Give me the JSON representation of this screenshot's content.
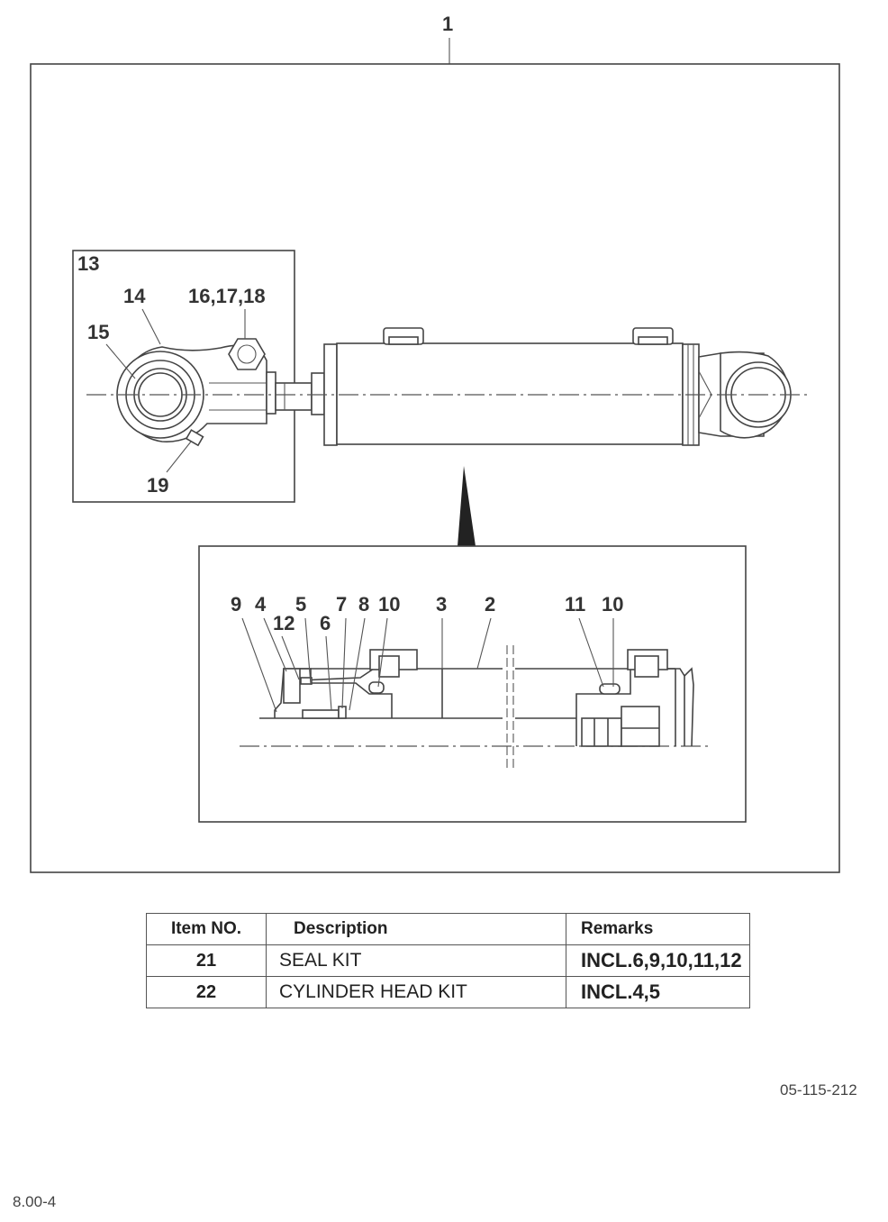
{
  "diagram": {
    "assembly_label": "1",
    "detail_box_label": "13",
    "rod_end_labels": [
      "14",
      "16,17,18",
      "15",
      "19"
    ],
    "section_labels_top": [
      "9",
      "4",
      "5",
      "7",
      "8",
      "10",
      "3",
      "2",
      "11",
      "10"
    ],
    "section_labels_second": [
      "12",
      "6"
    ]
  },
  "table": {
    "headers": [
      "Item NO.",
      "Description",
      "Remarks"
    ],
    "rows": [
      {
        "item": "21",
        "description": "SEAL KIT",
        "remarks": "INCL.6,9,10,11,12"
      },
      {
        "item": "22",
        "description": "CYLINDER HEAD KIT",
        "remarks": "INCL.4,5"
      }
    ]
  },
  "footer": {
    "doc_number": "05-115-212",
    "page_number": "8.00-4"
  }
}
